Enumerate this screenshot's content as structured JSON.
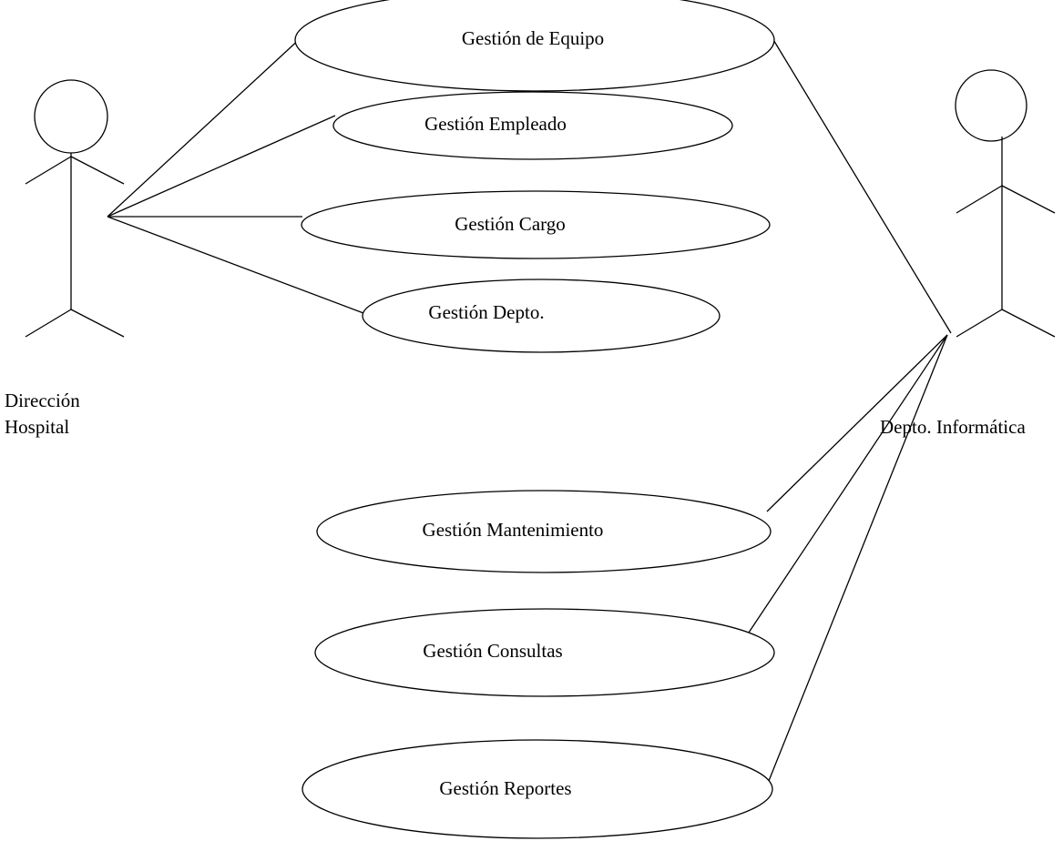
{
  "actors": {
    "direccion": {
      "label_line1": "Dirección",
      "label_line2": "Hospital"
    },
    "informatica": {
      "label": "Depto. Informática"
    }
  },
  "use_cases": {
    "equipo": "Gestión de Equipo",
    "empleado": "Gestión Empleado",
    "cargo": "Gestión Cargo",
    "depto": "Gestión Depto.",
    "mantenimiento": "Gestión Mantenimiento",
    "consultas": "Gestión Consultas",
    "reportes": "Gestión Reportes"
  }
}
